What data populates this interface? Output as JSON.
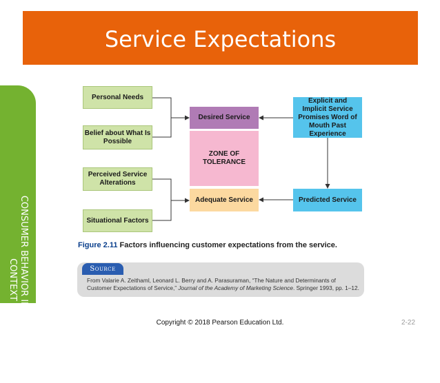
{
  "slide": {
    "title": "Service Expectations",
    "side_label": "CONSUMER BEHAVIOR IN A SERVICES CONTEXT",
    "copyright": "Copyright © 2018 Pearson Education Ltd.",
    "page_number": "2-22"
  },
  "diagram": {
    "left_factors": [
      "Personal Needs",
      "Belief about What Is Possible",
      "Perceived Service Alterations",
      "Situational Factors"
    ],
    "desired_service": "Desired Service",
    "zone_of_tolerance": "ZONE OF TOLERANCE",
    "adequate_service": "Adequate Service",
    "explicit_implicit": "Explicit and Implicit Service Promises Word of Mouth Past Experience",
    "predicted_service": "Predicted Service"
  },
  "figure": {
    "number": "Figure 2.11",
    "caption": "Factors influencing customer expectations from the service."
  },
  "source": {
    "label": "Source",
    "text_prefix": "From Valarie A. Zeithaml, Leonard L. Berry and A. Parasuraman, “The Nature and Determinants of Customer Expectations of Service,”",
    "journal": "Journal of the Academy of Marketing Science",
    "text_suffix": ". Springer 1993, pp. 1–12."
  },
  "colors": {
    "title_bar": "#e8620a",
    "side_tab": "#74b230",
    "factor_box": "#cfe3a8",
    "desired_box": "#b07bb5",
    "zone_box": "#f6b8d0",
    "adequate_box": "#fcd9a0",
    "info_box": "#55c4ec",
    "source_tab": "#2a5db0"
  }
}
